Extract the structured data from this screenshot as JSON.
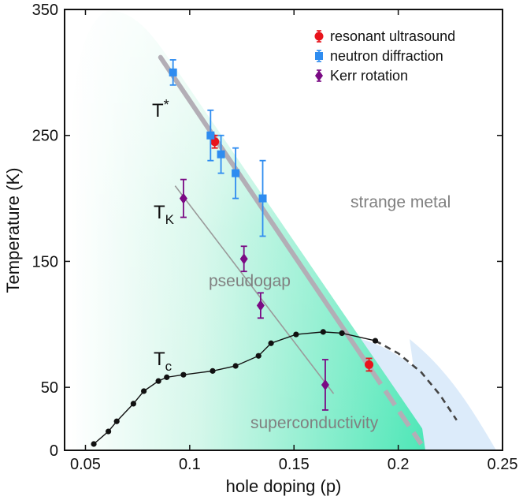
{
  "chart_data": {
    "type": "scatter",
    "xlabel": "hole doping (p)",
    "ylabel": "Temperature (K)",
    "xlim": [
      0.04,
      0.25
    ],
    "ylim": [
      0,
      350
    ],
    "x_ticks": [
      "0.05",
      "0.1",
      "0.15",
      "0.2",
      "0.25"
    ],
    "y_ticks": [
      "0",
      "50",
      "150",
      "250",
      "350"
    ],
    "legend_position": "top-right",
    "regions": {
      "strange_metal": "strange metal",
      "pseudogap": "pseudogap",
      "superconductivity": "superconductivity"
    },
    "curve_labels": {
      "t_star": "T",
      "t_star_sup": "*",
      "t_k": "T",
      "t_k_sub": "K",
      "t_c": "T",
      "t_c_sub": "c"
    },
    "colors": {
      "resonant_ultrasound": "#e8141c",
      "neutron_diffraction": "#2e8cf0",
      "kerr_rotation": "#7a0a84",
      "tstar_line": "#b3aeb6",
      "tk_line": "#9a9a9a",
      "tc_curve": "#111111",
      "green_region": "#46e6b4",
      "blue_region": "#dcebfa"
    },
    "series": [
      {
        "name": "resonant ultrasound",
        "marker": "circle",
        "points": [
          {
            "x": 0.112,
            "y": 245,
            "err": 5
          },
          {
            "x": 0.186,
            "y": 68,
            "err": 5
          }
        ]
      },
      {
        "name": "neutron diffraction",
        "marker": "square",
        "points": [
          {
            "x": 0.092,
            "y": 300,
            "err": 10
          },
          {
            "x": 0.11,
            "y": 250,
            "err": 20
          },
          {
            "x": 0.115,
            "y": 235,
            "err": 15
          },
          {
            "x": 0.122,
            "y": 220,
            "err": 20
          },
          {
            "x": 0.135,
            "y": 200,
            "err": 30
          }
        ]
      },
      {
        "name": "Kerr rotation",
        "marker": "diamond",
        "points": [
          {
            "x": 0.097,
            "y": 200,
            "err": 15
          },
          {
            "x": 0.126,
            "y": 152,
            "err": 10
          },
          {
            "x": 0.134,
            "y": 115,
            "err": 10
          },
          {
            "x": 0.165,
            "y": 52,
            "err": 20
          }
        ]
      }
    ],
    "tc_curve": {
      "x": [
        0.054,
        0.061,
        0.065,
        0.073,
        0.078,
        0.085,
        0.089,
        0.097,
        0.111,
        0.122,
        0.133,
        0.139,
        0.151,
        0.164,
        0.173,
        0.189
      ],
      "y": [
        5,
        15,
        23,
        37,
        47,
        55,
        58,
        60,
        63,
        67,
        75,
        85,
        92,
        94,
        93,
        87
      ],
      "dashed_x": [
        0.189,
        0.2,
        0.211,
        0.22,
        0.228
      ],
      "dashed_y": [
        87,
        77,
        62,
        44,
        24
      ]
    },
    "tstar_line": {
      "x": [
        0.086,
        0.211
      ],
      "y": [
        312,
        5
      ],
      "dashed_from_x": 0.187
    },
    "tk_line": {
      "x": [
        0.093,
        0.169
      ],
      "y": [
        210,
        45
      ]
    }
  }
}
